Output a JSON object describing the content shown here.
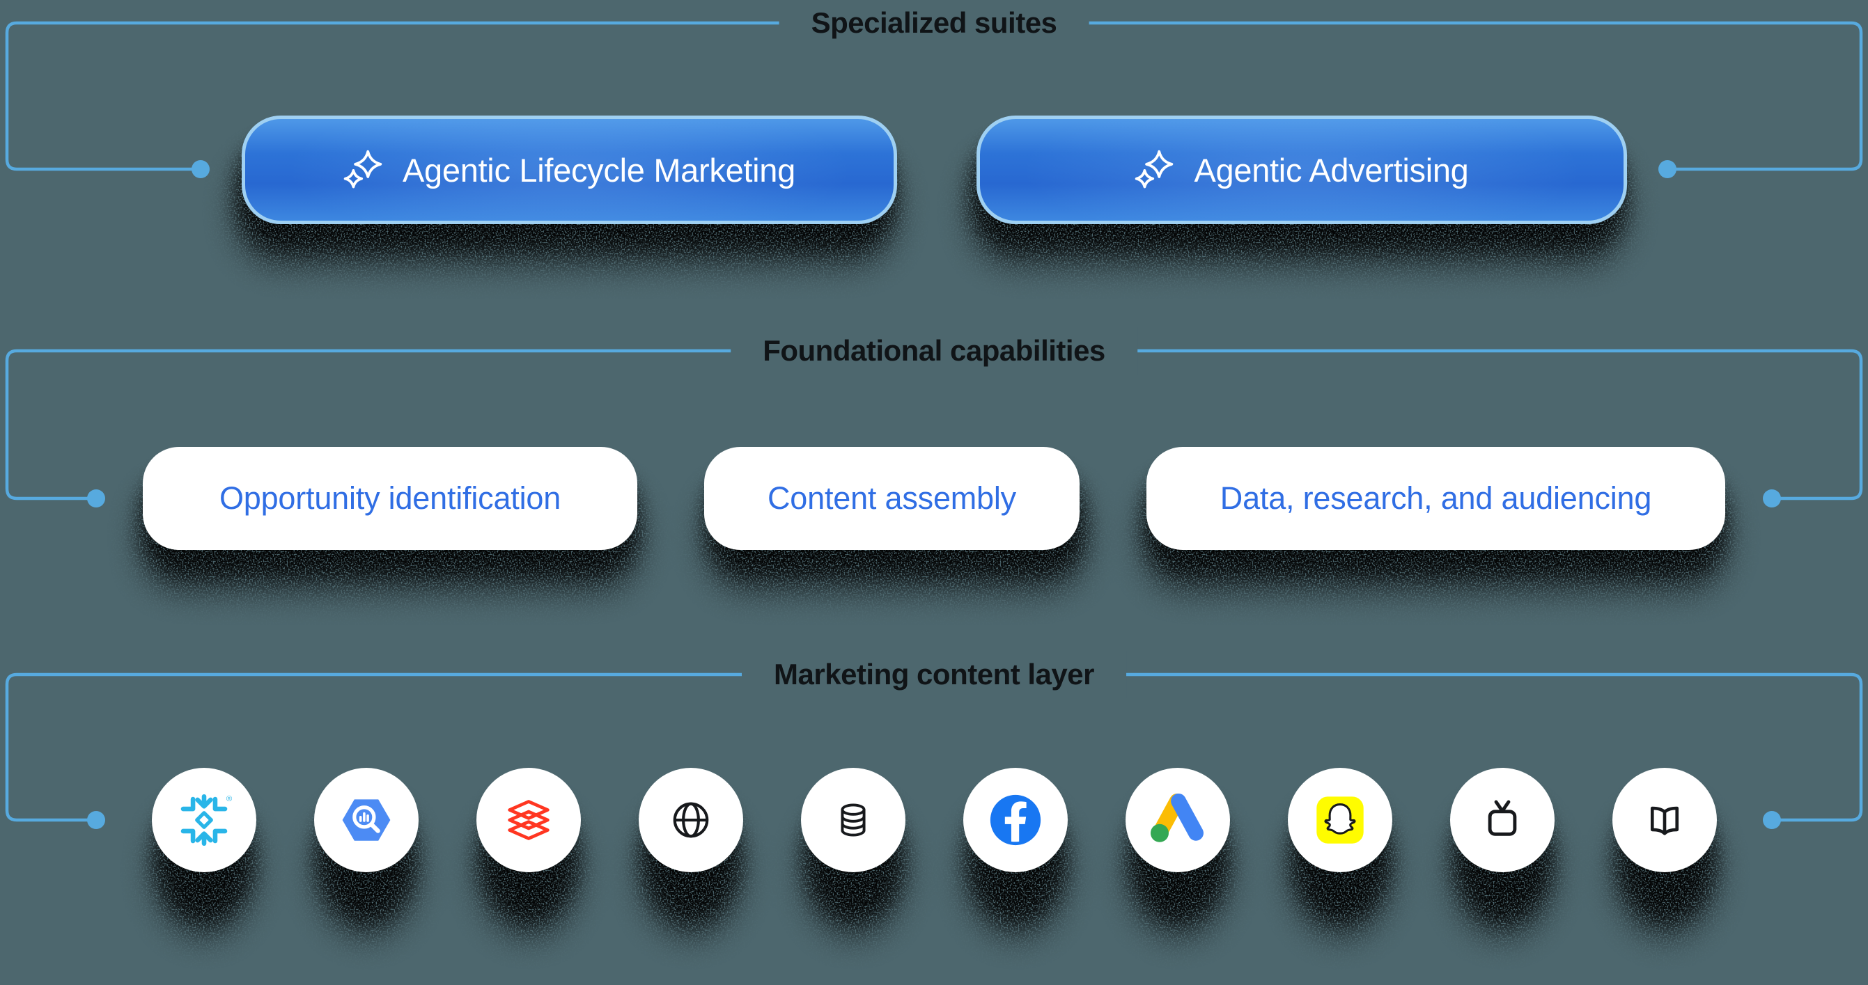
{
  "colors": {
    "background": "#4d676e",
    "connector_line": "#57aadf",
    "suite_pill_border": "#9fd0f2",
    "suite_pill_blue": "#2d73d7",
    "capability_text_blue": "#306ee4",
    "title_ink": "#101417",
    "snowflake_blue": "#29b5e8",
    "bigquery_blue": "#4c8bf4",
    "databricks_red": "#ff3621",
    "facebook_blue": "#1877f2",
    "google_ads_yellow": "#fbbc04",
    "google_ads_blue": "#4285f4",
    "google_ads_green": "#34a853",
    "snapchat_yellow": "#fffc00"
  },
  "sections": {
    "specialized_suites": {
      "title": "Specialized suites",
      "items": [
        {
          "label": "Agentic Lifecycle Marketing",
          "icon": "sparkle-icon"
        },
        {
          "label": "Agentic Advertising",
          "icon": "sparkle-icon"
        }
      ]
    },
    "foundational_capabilities": {
      "title": "Foundational capabilities",
      "items": [
        {
          "label": "Opportunity identification"
        },
        {
          "label": "Content assembly"
        },
        {
          "label": "Data, research, and audiencing"
        }
      ]
    },
    "marketing_content_layer": {
      "title": "Marketing content layer",
      "icons": [
        {
          "name": "snowflake-icon",
          "registered_mark": "®"
        },
        {
          "name": "bigquery-icon"
        },
        {
          "name": "databricks-icon"
        },
        {
          "name": "globe-icon"
        },
        {
          "name": "database-icon"
        },
        {
          "name": "facebook-icon"
        },
        {
          "name": "google-ads-icon"
        },
        {
          "name": "snapchat-icon"
        },
        {
          "name": "tv-icon"
        },
        {
          "name": "book-icon"
        }
      ]
    }
  }
}
